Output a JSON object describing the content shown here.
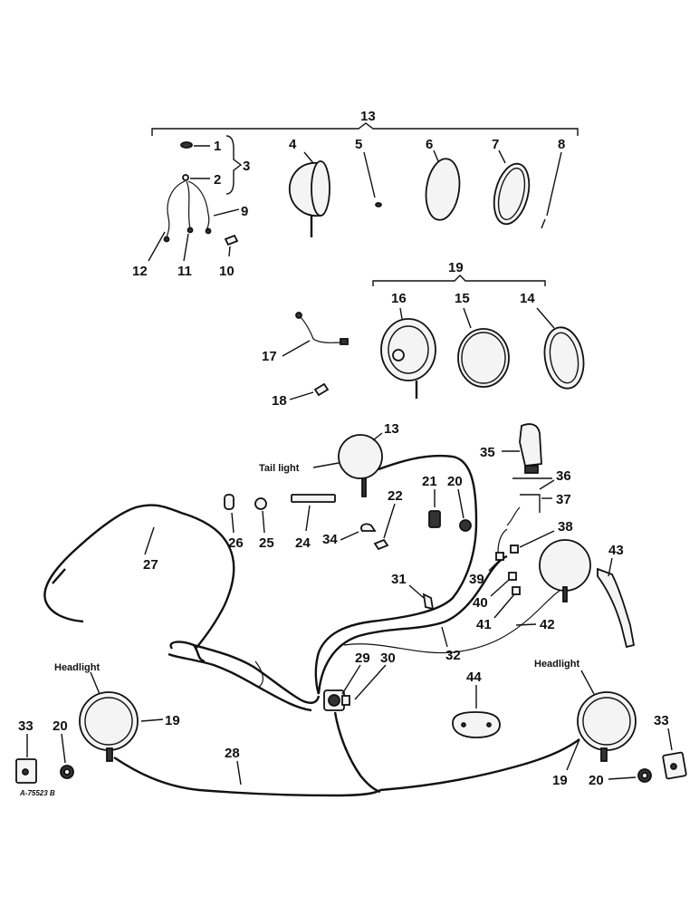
{
  "title": "",
  "callouts": {
    "p1": "1",
    "p2": "2",
    "p3": "3",
    "p4": "4",
    "p5": "5",
    "p6": "6",
    "p7": "7",
    "p8": "8",
    "p9": "9",
    "p10": "10",
    "p11": "11",
    "p12": "12",
    "p13_group": "13",
    "p13_tail": "13",
    "p14": "14",
    "p15": "15",
    "p16": "16",
    "p17": "17",
    "p18": "18",
    "p19_group": "19",
    "p19_left": "19",
    "p19_right": "19",
    "p20_mid": "20",
    "p20_left": "20",
    "p20_right": "20",
    "p21": "21",
    "p22": "22",
    "p24": "24",
    "p25": "25",
    "p26": "26",
    "p27": "27",
    "p28": "28",
    "p29": "29",
    "p30": "30",
    "p31": "31",
    "p32": "32",
    "p33_left": "33",
    "p33_right": "33",
    "p34": "34",
    "p35": "35",
    "p36": "36",
    "p37": "37",
    "p38": "38",
    "p39": "39",
    "p40": "40",
    "p41": "41",
    "p42": "42",
    "p43": "43",
    "p44": "44"
  },
  "text_labels": {
    "tail_light": "Tail light",
    "headlight_left": "Headlight",
    "headlight_right": "Headlight",
    "figure_code": "A-75523 B"
  }
}
